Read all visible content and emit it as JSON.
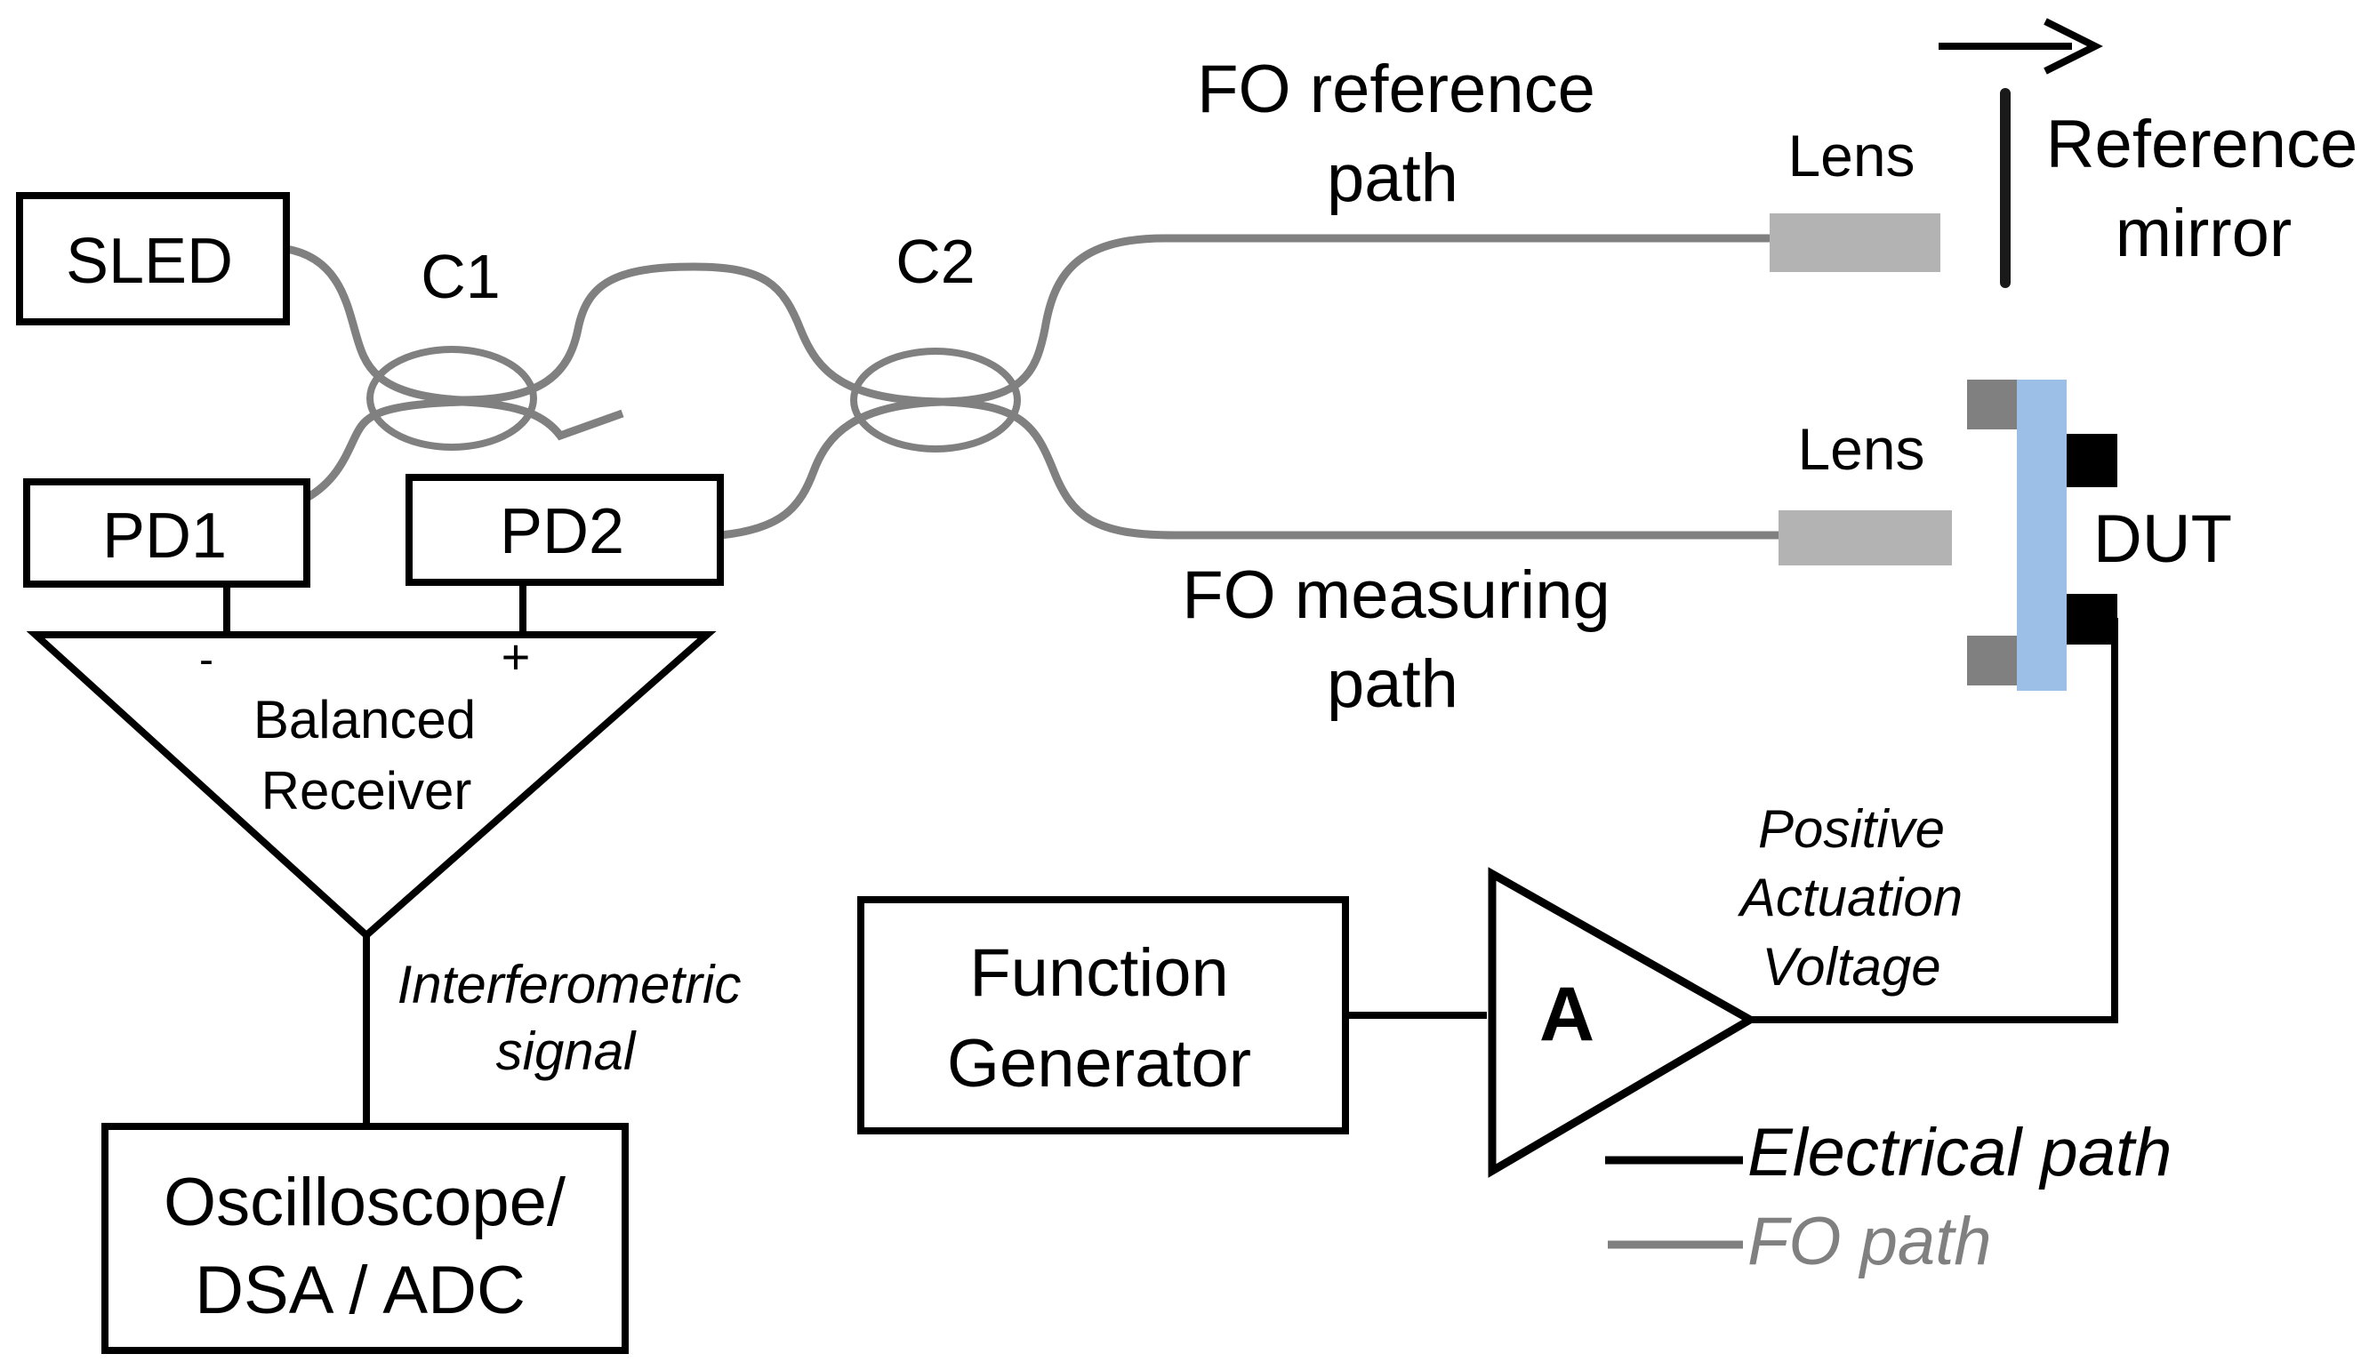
{
  "blocks": {
    "sled": "SLED",
    "pd1": "PD1",
    "pd2": "PD2",
    "c1": "C1",
    "c2": "C2",
    "balanced_receiver_line1": "Balanced",
    "balanced_receiver_line2": "Receiver",
    "minus": "-",
    "plus": "+",
    "oscilloscope_line1": "Oscilloscope/",
    "oscilloscope_line2": "DSA / ADC",
    "function_generator_line1": "Function",
    "function_generator_line2": "Generator",
    "amplifier": "A",
    "dut": "DUT"
  },
  "labels": {
    "fo_reference_path_line1": "FO reference",
    "fo_reference_path_line2": "path",
    "fo_measuring_path_line1": "FO measuring",
    "fo_measuring_path_line2": "path",
    "lens_top": "Lens",
    "lens_bottom": "Lens",
    "reference_mirror_line1": "Reference",
    "reference_mirror_line2": "mirror",
    "interferometric_line1": "Interferometric",
    "interferometric_line2": "signal",
    "positive_line1": "Positive",
    "positive_line2": "Actuation",
    "positive_line3": "Voltage"
  },
  "legend": {
    "electrical": "Electrical path",
    "fo": "FO path"
  },
  "colors": {
    "fiber": "#808080",
    "electrical": "#000000",
    "dut_substrate": "#9bbfe6",
    "lens": "#b3b3b3"
  }
}
